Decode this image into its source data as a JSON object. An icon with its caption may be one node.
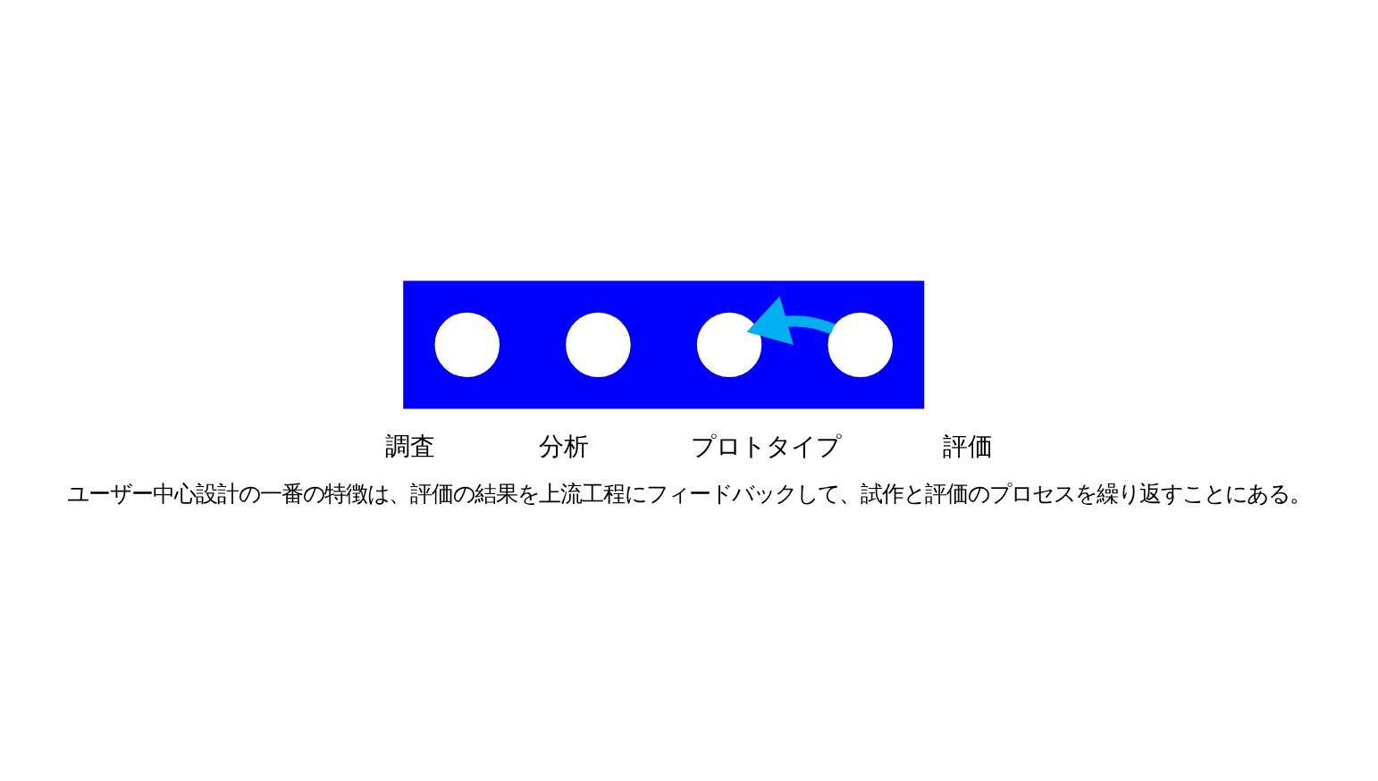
{
  "diagram": {
    "caption": "ユーザー中心設計の一番の特徴は、評価の結果を上流工程にフィードバックして、試作と評価のプロセスを繰り返すことにある。",
    "nodes": [
      {
        "text": [],
        "shape": "bar"
      },
      {
        "text": [],
        "shape": "circle",
        "in": 0,
        "beside": [
          "調査"
        ]
      },
      {
        "text": [],
        "shape": "circle",
        "in": 0,
        "beside": [
          "分析"
        ]
      },
      {
        "text": [],
        "shape": "circle",
        "in": 0,
        "beside": [
          "プロトタイプ"
        ]
      },
      {
        "text": [],
        "shape": "circle",
        "in": 0,
        "beside": [
          "評価"
        ]
      }
    ],
    "edges": [
      {
        "from": 4,
        "to": 3,
        "arrow": "to"
      }
    ]
  }
}
